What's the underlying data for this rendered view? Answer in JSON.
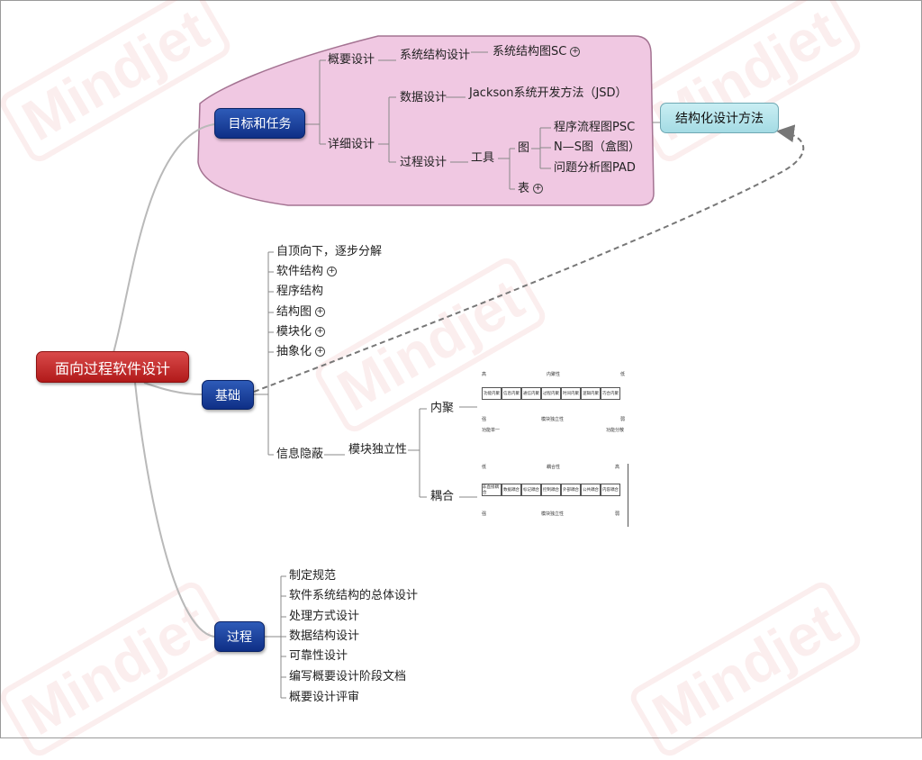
{
  "root": "面向过程软件设计",
  "target": "结构化设计方法",
  "watermark": "Mindjet",
  "plus_symbol": "+",
  "branches": {
    "goals": {
      "label": "目标和任务",
      "outline": {
        "label": "概要设计",
        "child": "系统结构设计",
        "leaf": "系统结构图SC"
      },
      "detail": {
        "label": "详细设计",
        "data": {
          "label": "数据设计",
          "child": "Jackson系统开发方法（JSD）"
        },
        "process": {
          "label": "过程设计",
          "tool": "工具",
          "graph": "图",
          "graphs": [
            "程序流程图PSC",
            "N—S图（盒图）",
            "问题分析图PAD"
          ],
          "table": "表"
        }
      }
    },
    "basis": {
      "label": "基础",
      "items": [
        "自顶向下，逐步分解",
        "软件结构",
        "程序结构",
        "结构图",
        "模块化",
        "抽象化"
      ],
      "info": {
        "label": "信息隐蔽",
        "child": "模块独立性",
        "cohesion": {
          "label": "内聚",
          "top_left": "高",
          "top_mid": "内聚性",
          "top_right": "低",
          "cells": [
            "功能内聚",
            "信息内聚",
            "通信内聚",
            "过程内聚",
            "时间内聚",
            "逻辑内聚",
            "巧合内聚"
          ],
          "bot_left": "强",
          "bot_mid": "模块独立性",
          "bot_right": "弱",
          "bot_left2": "功能单一",
          "bot_right2": "功能分散"
        },
        "coupling": {
          "label": "耦合",
          "top_left": "低",
          "top_mid": "耦合性",
          "top_right": "高",
          "cells": [
            "非直接耦合",
            "数据耦合",
            "标记耦合",
            "控制耦合",
            "外部耦合",
            "公共耦合",
            "内容耦合"
          ],
          "bot_left": "强",
          "bot_mid": "模块独立性",
          "bot_right": "弱"
        }
      }
    },
    "process": {
      "label": "过程",
      "items": [
        "制定规范",
        "软件系统结构的总体设计",
        "处理方式设计",
        "数据结构设计",
        "可靠性设计",
        "编写概要设计阶段文档",
        "概要设计评审"
      ]
    }
  }
}
